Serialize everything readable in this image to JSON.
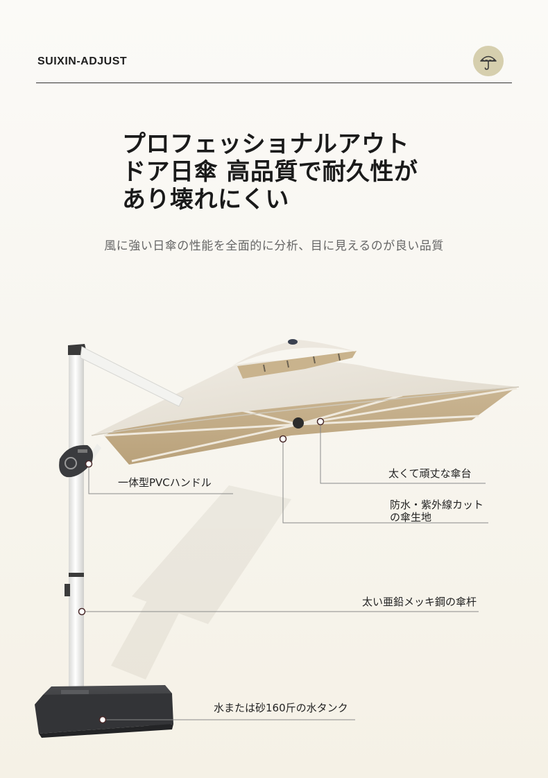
{
  "header": {
    "brand": "SUIXIN-ADJUST",
    "icon": "umbrella-icon"
  },
  "hero": {
    "title_lines": [
      "プロフェッショナルアウト",
      "ドア日傘 高品質で耐久性が",
      "あり壊れにくい"
    ],
    "subtitle": "風に強い日傘の性能を全面的に分析、目に見えるのが良い品質"
  },
  "callouts": {
    "handle": "一体型PVCハンドル",
    "base_frame": "太くて頑丈な傘台",
    "fabric_line1": "防水・紫外線カット",
    "fabric_line2": "の傘生地",
    "pole": "太い亜鉛メッキ鋼の傘杆",
    "tank": "水または砂160斤の水タンク"
  },
  "colors": {
    "canopy_top": "#e8e3d9",
    "canopy_under": "#c8b493",
    "pole": "#f4f4f2",
    "base": "#3a3b3d",
    "icon_bg": "#d6cfae"
  }
}
